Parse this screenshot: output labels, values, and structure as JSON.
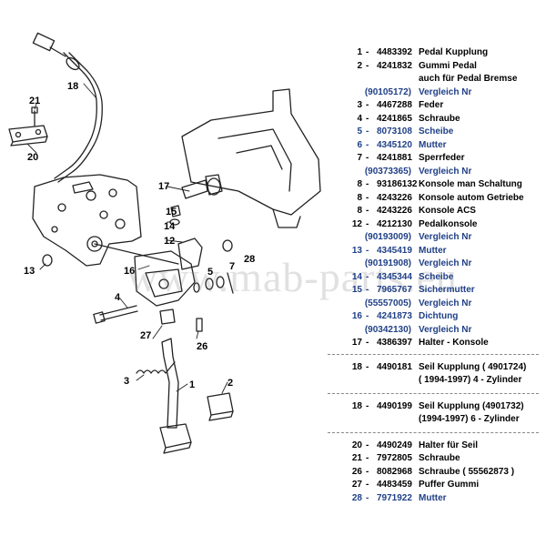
{
  "watermark": "www.mab-parts.eu",
  "colors": {
    "list_text": "#1f3f86",
    "line_art": "#222222"
  },
  "callouts": [
    "18",
    "21",
    "20",
    "17",
    "15",
    "14",
    "12",
    "13",
    "16",
    "5",
    "7",
    "28",
    "4",
    "27",
    "26",
    "3",
    "1",
    "2"
  ],
  "legend_rows": [
    {
      "num": "1",
      "code": "4483392",
      "desc": "Pedal Kupplung"
    },
    {
      "num": "2",
      "code": "4241832",
      "desc": "Gummi Pedal"
    },
    {
      "num": "",
      "code": "",
      "desc": "auch für Pedal Bremse"
    },
    {
      "num": "(90105172)",
      "code": "",
      "desc": "Vergleich Nr"
    },
    {
      "num": "3",
      "code": "4467288",
      "desc": "Feder"
    },
    {
      "num": "4",
      "code": "4241865",
      "desc": "Schraube"
    },
    {
      "num": "5",
      "code": "8073108",
      "desc": "Scheibe"
    },
    {
      "num": "6",
      "code": "4345120",
      "desc": "Mutter"
    },
    {
      "num": "7",
      "code": "4241881",
      "desc": "Sperrfeder"
    },
    {
      "num": "(90373365)",
      "code": "",
      "desc": "Vergleich Nr"
    },
    {
      "num": "8",
      "code": "93186132",
      "desc": "Konsole  man Schaltung"
    },
    {
      "num": "8",
      "code": "4243226",
      "desc": "Konsole  autom Getriebe"
    },
    {
      "num": "8",
      "code": "4243226",
      "desc": "Konsole ACS"
    },
    {
      "num": "12",
      "code": "4212130",
      "desc": "Pedalkonsole"
    },
    {
      "num": "(90193009)",
      "code": "",
      "desc": "Vergleich Nr"
    },
    {
      "num": "13",
      "code": "4345419",
      "desc": "Mutter"
    },
    {
      "num": "(90191908)",
      "code": "",
      "desc": "Vergleich Nr"
    },
    {
      "num": "14",
      "code": "4345344",
      "desc": "Scheibe"
    },
    {
      "num": "15",
      "code": "7965767",
      "desc": "Sichermutter"
    },
    {
      "num": "(55557005)",
      "code": "",
      "desc": "Vergleich Nr"
    },
    {
      "num": "16",
      "code": "4241873",
      "desc": "Dichtung"
    },
    {
      "num": "(90342130)",
      "code": "",
      "desc": "Vergleich Nr"
    },
    {
      "num": "17",
      "code": "4386397",
      "desc": "Halter - Konsole"
    }
  ],
  "legend_rows_b": [
    {
      "num": "18",
      "code": "4490181",
      "desc": "Seil Kupplung ( 4901724)"
    },
    {
      "num": "",
      "code": "",
      "desc": "( 1994-1997)  4 - Zylinder"
    }
  ],
  "legend_rows_c": [
    {
      "num": "18",
      "code": "4490199",
      "desc": "Seil  Kupplung (4901732)"
    },
    {
      "num": "",
      "code": "",
      "desc": "(1994-1997)  6 - Zylinder"
    }
  ],
  "legend_rows_d": [
    {
      "num": "20",
      "code": "4490249",
      "desc": "Halter für Seil"
    },
    {
      "num": "21",
      "code": "7972805",
      "desc": "Schraube"
    },
    {
      "num": "26",
      "code": "8082968",
      "desc": "Schraube  ( 55562873 )"
    },
    {
      "num": "27",
      "code": "4483459",
      "desc": "Puffer Gummi"
    },
    {
      "num": "28",
      "code": "7971922",
      "desc": "Mutter"
    }
  ]
}
